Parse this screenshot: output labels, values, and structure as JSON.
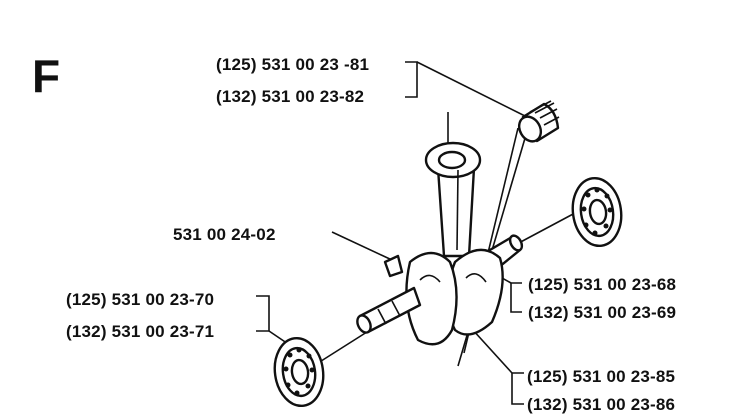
{
  "section": "F",
  "parts": {
    "needle_bearing": [
      "(125) 531 00 23 -81",
      "(132) 531 00 23-82"
    ],
    "key": "531 00 24-02",
    "bearing_left": [
      "(125) 531 00 23-70",
      "(132) 531 00 23-71"
    ],
    "bearing_right": [
      "(125) 531 00 23-68",
      "(132) 531 00 23-69"
    ],
    "crankshaft": [
      "(125) 531 00 23-85",
      "(132) 531 00 23-86"
    ]
  }
}
